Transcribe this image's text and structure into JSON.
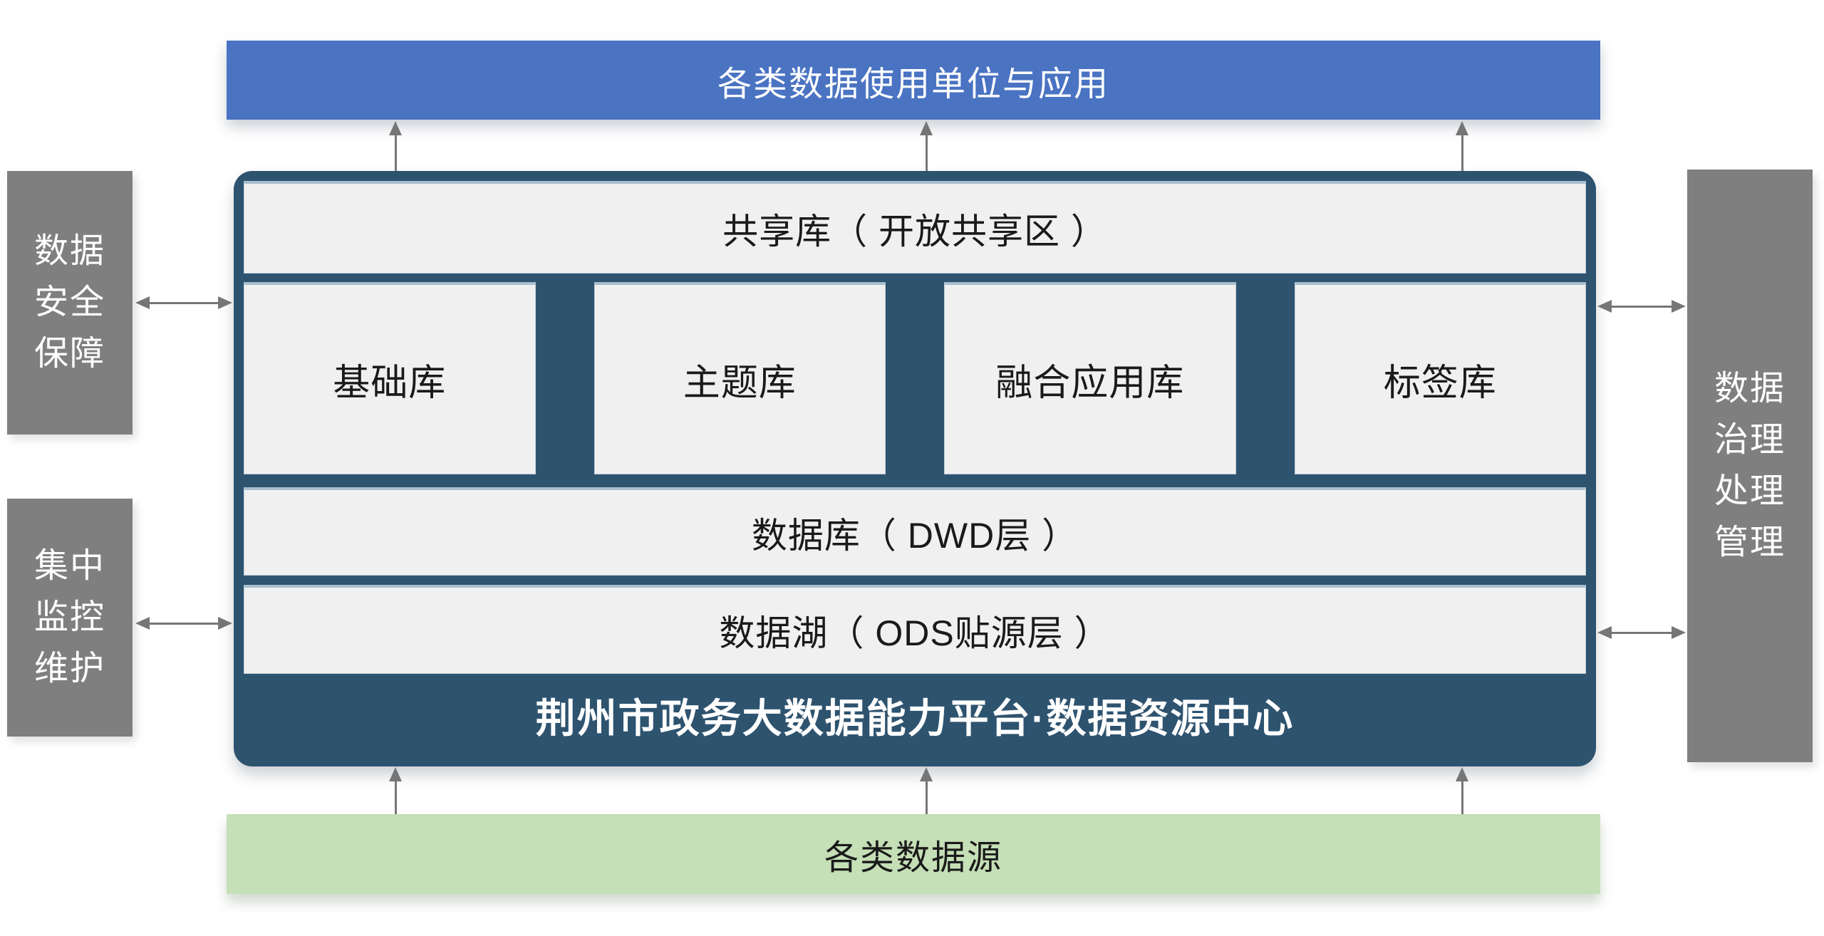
{
  "top_bar": {
    "label": "各类数据使用单位与应用"
  },
  "platform": {
    "title": "荆州市政务大数据能力平台·数据资源中心",
    "shared_layer": "共享库（ 开放共享区 ）",
    "libraries": [
      "基础库",
      "主题库",
      "融合应用库",
      "标签库"
    ],
    "dwd_layer": "数据库（ DWD层 ）",
    "ods_layer": "数据湖（ ODS贴源层 ）"
  },
  "bottom_bar": {
    "label": "各类数据源"
  },
  "left_panels": [
    {
      "name": "数据安全保障",
      "lines": [
        "数据",
        "安全",
        "保障"
      ]
    },
    {
      "name": "集中监控维护",
      "lines": [
        "集中",
        "监控",
        "维护"
      ]
    }
  ],
  "right_panel": {
    "name": "数据治理处理管理",
    "lines": [
      "数据",
      "治理",
      "处理",
      "管理"
    ]
  },
  "colors": {
    "top_bar_blue": "#4A73C2",
    "platform_dark": "#2E536F",
    "light_panel": "#F0F0F0",
    "panel_border": "#A9BECE",
    "side_gray": "#7F7F7F",
    "source_green": "#C5DFB6",
    "arrow_gray": "#767676",
    "text_dark": "#1A1A1A",
    "text_light": "#FFFFFF"
  }
}
